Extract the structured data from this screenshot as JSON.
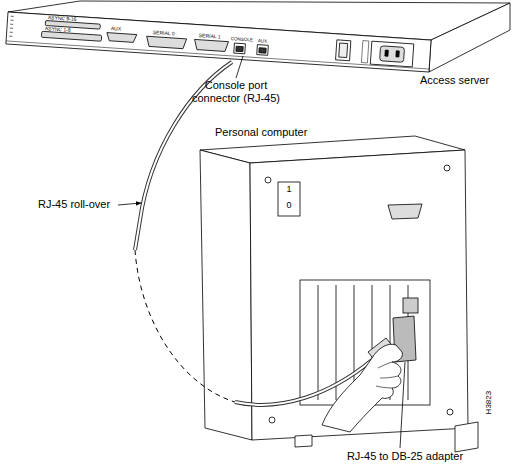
{
  "diagram": {
    "labels": [
      "ASYNC 9-16",
      "ASYNC 1-8",
      "AUX",
      "SERIAL 0",
      "SERIAL 1",
      "CONSOLE",
      "AUX",
      "Access server",
      "Console port connector (RJ-45)",
      "Personal computer",
      "1",
      "0",
      "RJ-45 roll-over",
      "RJ-45 to DB-25 adapter",
      "H3823"
    ]
  }
}
